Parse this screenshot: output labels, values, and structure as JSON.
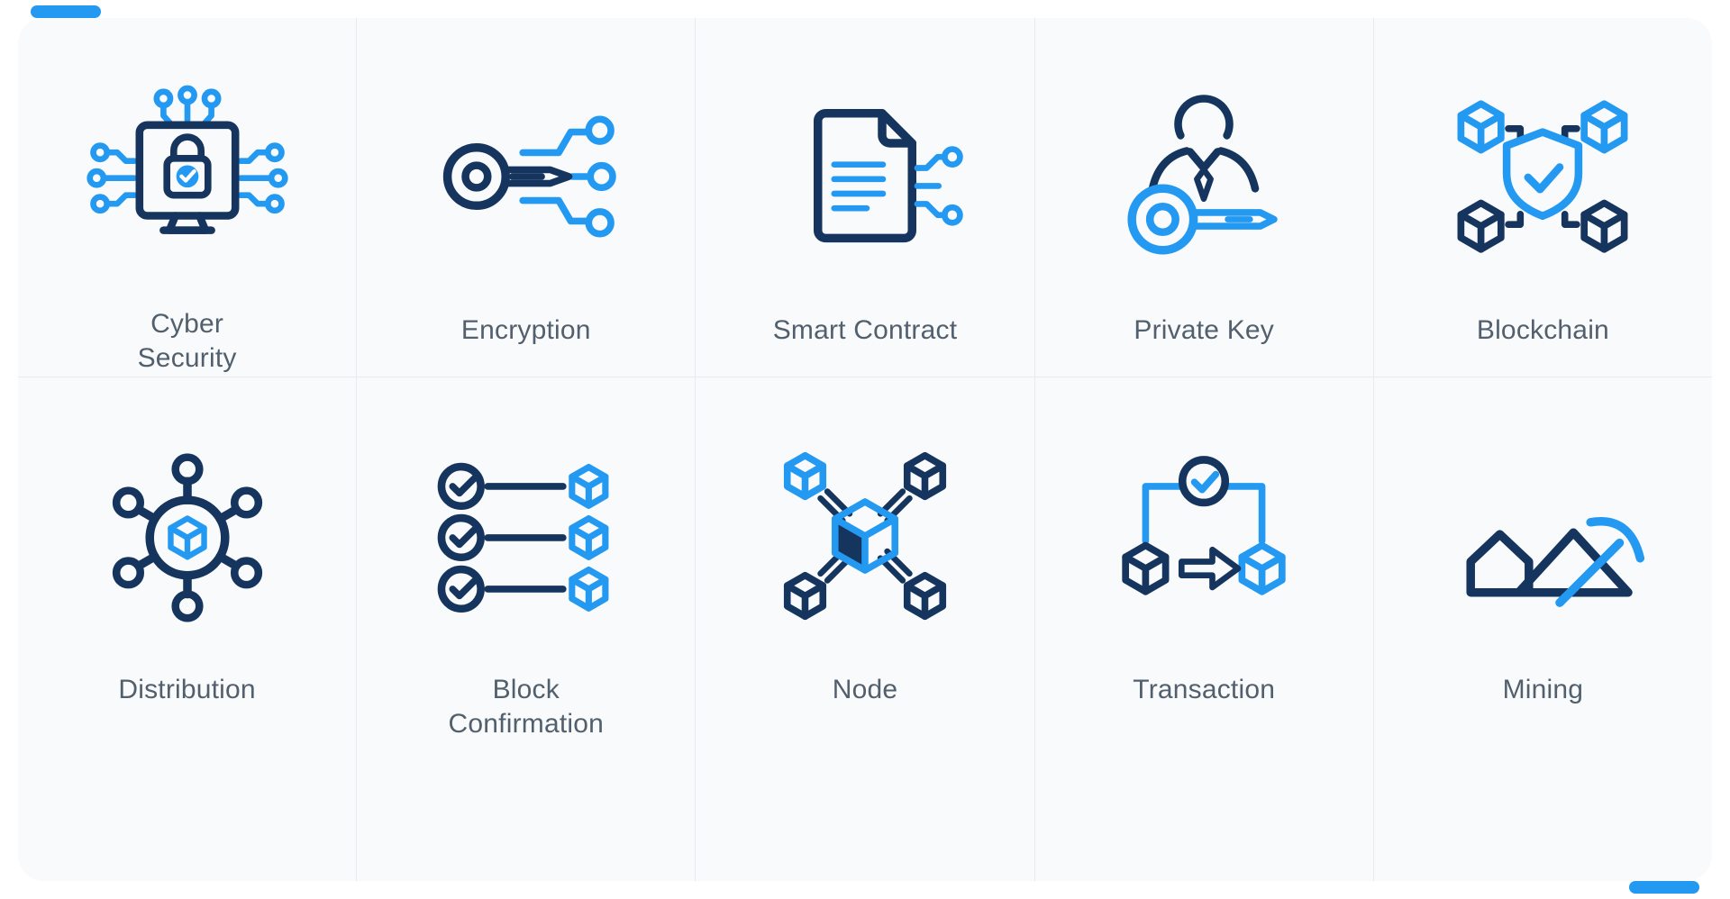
{
  "colors": {
    "dark": "#16355e",
    "blue": "#2499f1",
    "label": "#525f6d",
    "card_bg": "#f9fafb",
    "grid_line": "#e8eaed",
    "page_bg": "#ffffff"
  },
  "icons": [
    {
      "icon": "cyber-security-icon",
      "label": "Cyber\nSecurity"
    },
    {
      "icon": "encryption-icon",
      "label": "Encryption"
    },
    {
      "icon": "smart-contract-icon",
      "label": "Smart Contract"
    },
    {
      "icon": "private-key-icon",
      "label": "Private Key"
    },
    {
      "icon": "blockchain-icon",
      "label": "Blockchain"
    },
    {
      "icon": "distribution-icon",
      "label": "Distribution"
    },
    {
      "icon": "block-confirmation-icon",
      "label": "Block\nConfirmation"
    },
    {
      "icon": "node-icon",
      "label": "Node"
    },
    {
      "icon": "transaction-icon",
      "label": "Transaction"
    },
    {
      "icon": "mining-icon",
      "label": "Mining"
    }
  ]
}
